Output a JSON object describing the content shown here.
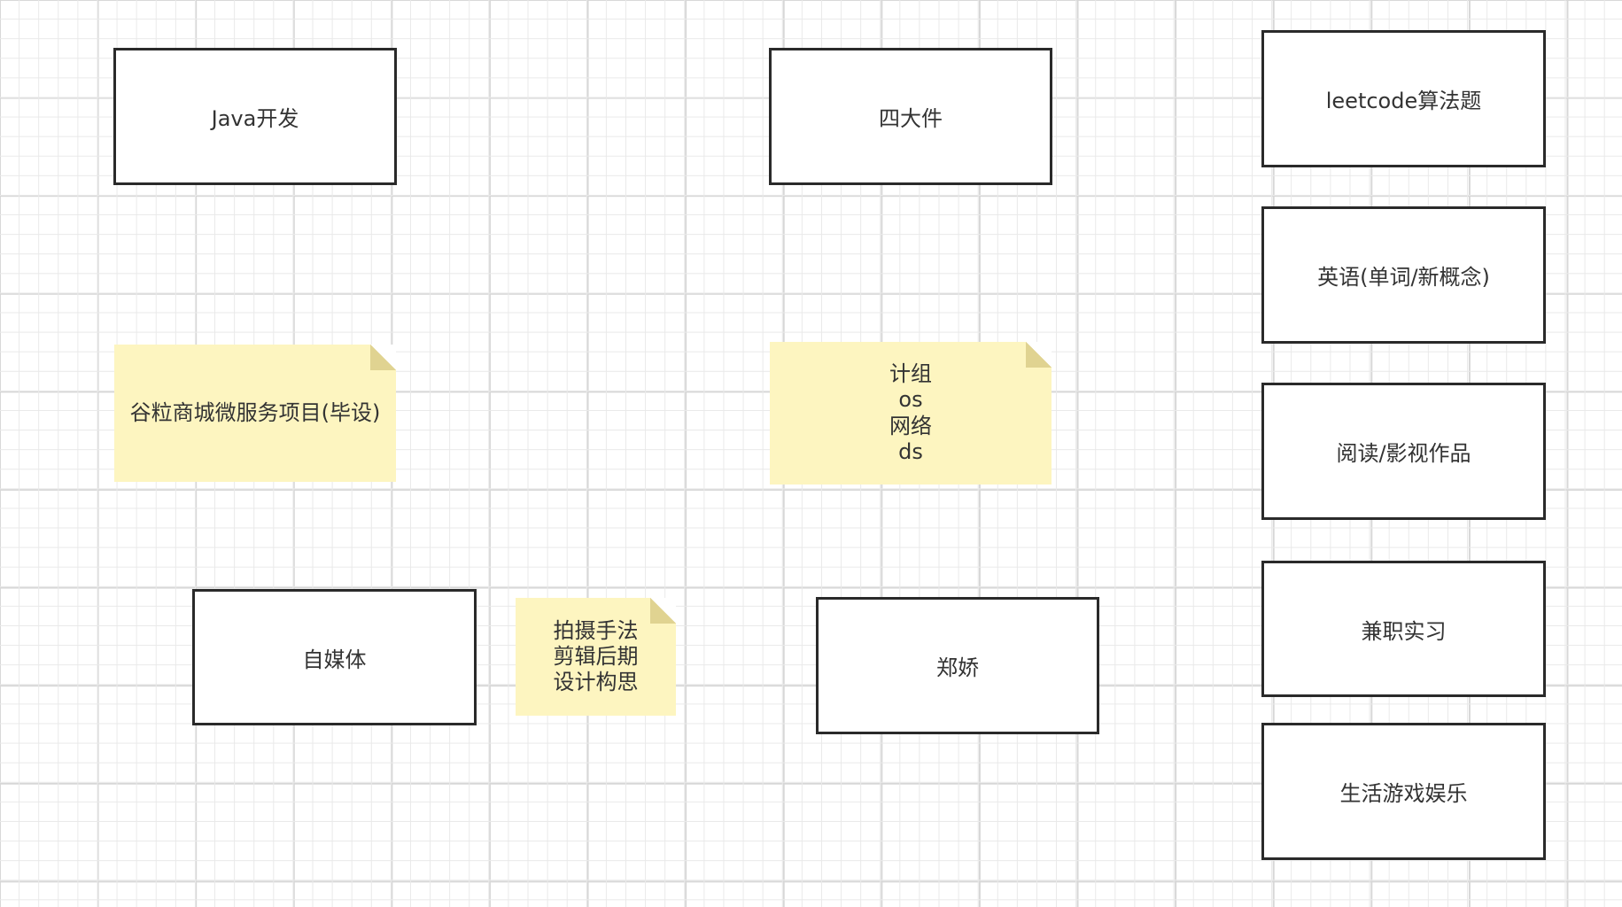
{
  "diagram": {
    "boxes": {
      "java": "Java开发",
      "four": "四大件",
      "leetcode": "leetcode算法题",
      "english": "英语(单词/新概念)",
      "reading": "阅读/影视作品",
      "selfmedia": "自媒体",
      "zhengjiao": "郑娇",
      "parttime": "兼职实习",
      "life": "生活游戏娱乐"
    },
    "notes": {
      "project": "谷粒商城微服务项目(毕设)",
      "cs": "计组\nos\n网络\nds",
      "media": "拍摄手法\n剪辑后期\n设计构思"
    }
  }
}
